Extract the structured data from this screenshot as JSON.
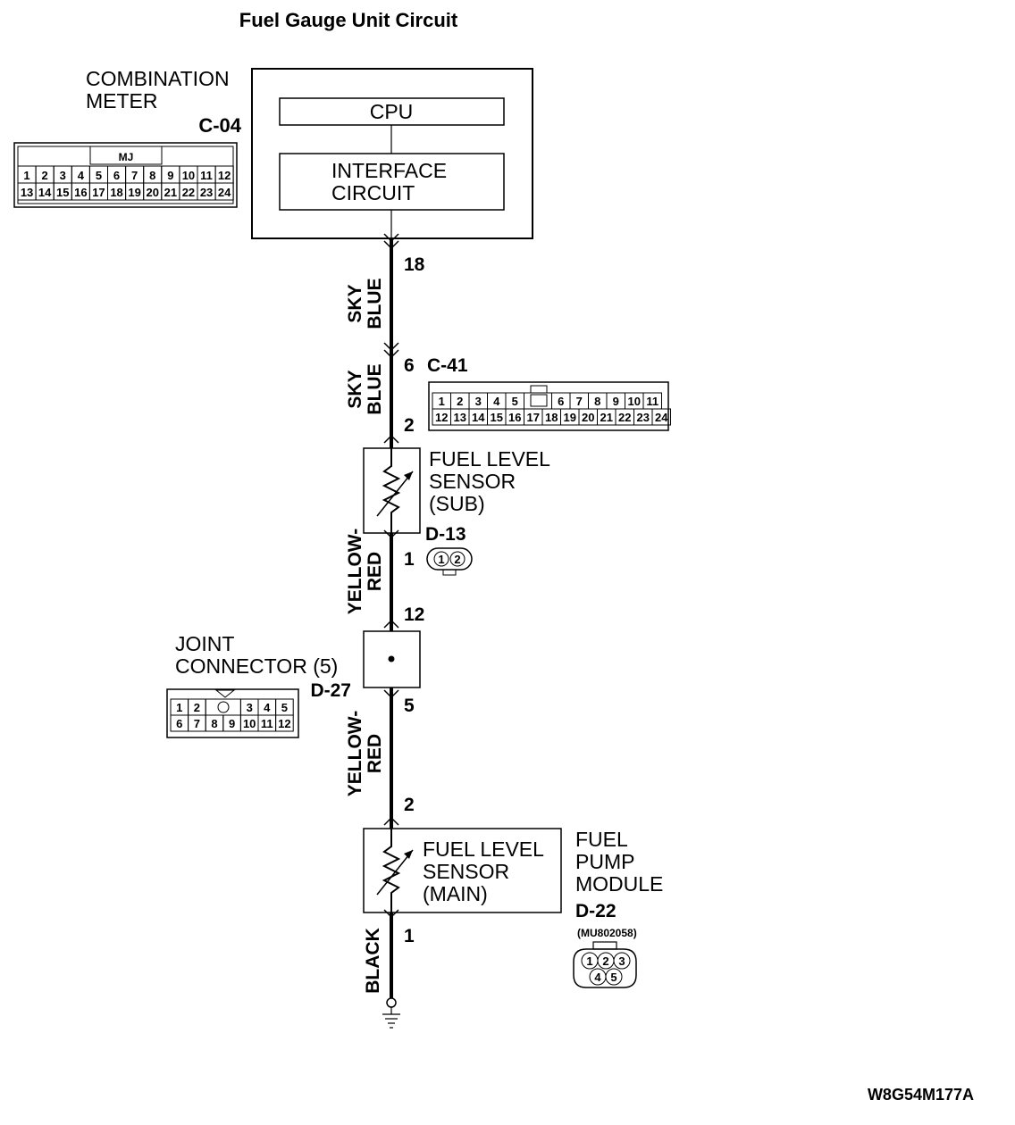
{
  "title": "Fuel Gauge Unit Circuit",
  "combination_meter": {
    "label_line1": "COMBINATION",
    "label_line2": "METER",
    "connector": "C-04",
    "cpu_label": "CPU",
    "interface_line1": "INTERFACE",
    "interface_line2": "CIRCUIT",
    "connector_tag": "MJ",
    "pins_row1": [
      "1",
      "2",
      "3",
      "4",
      "5",
      "6",
      "7",
      "8",
      "9",
      "10",
      "11",
      "12"
    ],
    "pins_row2": [
      "13",
      "14",
      "15",
      "16",
      "17",
      "18",
      "19",
      "20",
      "21",
      "22",
      "23",
      "24"
    ]
  },
  "wires": {
    "w1_line1": "SKY",
    "w1_line2": "BLUE",
    "w2_line1": "SKY",
    "w2_line2": "BLUE",
    "w3_line1": "YELLOW-",
    "w3_line2": "RED",
    "w4_line1": "YELLOW-",
    "w4_line2": "RED",
    "w5": "BLACK"
  },
  "pins": {
    "meter_out": "18",
    "c41_in": "6",
    "c41_out": "2",
    "sub_out": "1",
    "joint_in": "12",
    "joint_out": "5",
    "main_in": "2",
    "main_out": "1"
  },
  "c41": {
    "connector": "C-41",
    "pins_row1": [
      "1",
      "2",
      "3",
      "4",
      "5",
      "",
      "6",
      "7",
      "8",
      "9",
      "10",
      "11"
    ],
    "pins_row2": [
      "12",
      "13",
      "14",
      "15",
      "16",
      "17",
      "18",
      "19",
      "20",
      "21",
      "22",
      "23",
      "24"
    ]
  },
  "sub_sensor": {
    "line1": "FUEL LEVEL",
    "line2": "SENSOR",
    "line3": "(SUB)",
    "connector": "D-13",
    "pins": [
      "1",
      "2"
    ]
  },
  "joint_connector": {
    "line1": "JOINT",
    "line2": "CONNECTOR (5)",
    "connector": "D-27",
    "pins_row1": [
      "1",
      "2",
      "",
      "3",
      "4",
      "5"
    ],
    "pins_row2": [
      "6",
      "7",
      "8",
      "9",
      "10",
      "11",
      "12"
    ]
  },
  "main_sensor": {
    "line1": "FUEL LEVEL",
    "line2": "SENSOR",
    "line3": "(MAIN)",
    "module_line1": "FUEL",
    "module_line2": "PUMP",
    "module_line3": "MODULE",
    "connector": "D-22",
    "part_number": "(MU802058)",
    "pins": [
      "1",
      "2",
      "3",
      "4",
      "5"
    ]
  },
  "figure_code": "W8G54M177A"
}
